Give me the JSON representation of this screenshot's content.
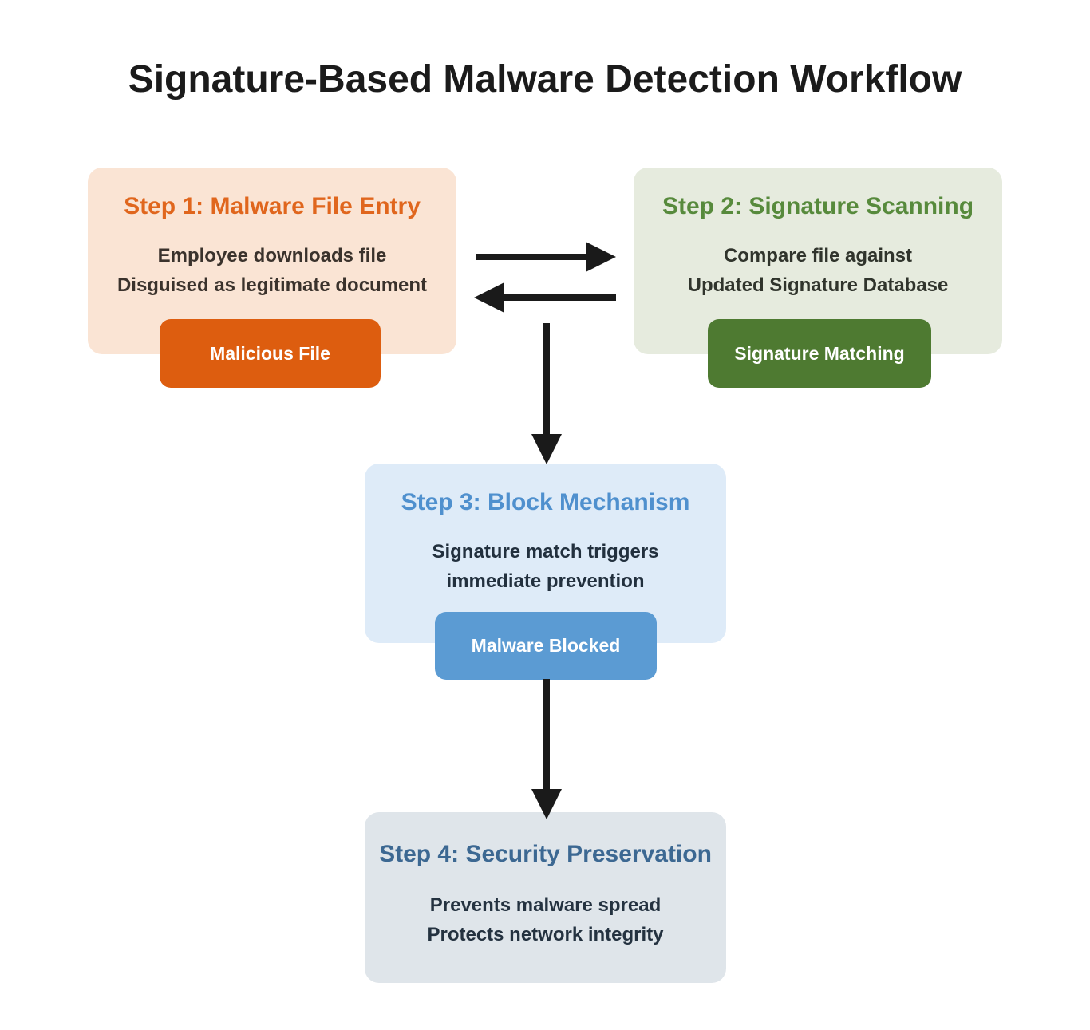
{
  "page": {
    "title": "Signature-Based Malware Detection Workflow"
  },
  "steps": [
    {
      "title": "Step 1: Malware File Entry",
      "lines": [
        "Employee downloads file",
        "Disguised as legitimate document"
      ],
      "badge": "Malicious File",
      "colors": {
        "background": "#fae4d4",
        "title": "#e0661d",
        "body_text": "#3a322c",
        "badge_background": "#dd5d0f",
        "badge_text": "#ffffff"
      }
    },
    {
      "title": "Step 2: Signature Scanning",
      "lines": [
        "Compare file against",
        "Updated Signature Database"
      ],
      "badge": "Signature Matching",
      "colors": {
        "background": "#e6ebde",
        "title": "#578a3c",
        "body_text": "#30342c",
        "badge_background": "#4e7a31",
        "badge_text": "#ffffff"
      }
    },
    {
      "title": "Step 3: Block Mechanism",
      "lines": [
        "Signature match triggers",
        "immediate prevention"
      ],
      "badge": "Malware Blocked",
      "colors": {
        "background": "#deebf8",
        "title": "#4f90ce",
        "body_text": "#22303e",
        "badge_background": "#5b9bd3",
        "badge_text": "#ffffff"
      }
    },
    {
      "title": "Step 4: Security Preservation",
      "lines": [
        "Prevents malware spread",
        "Protects network integrity"
      ],
      "colors": {
        "background": "#dfe5ea",
        "title": "#3c6892",
        "body_text": "#243240"
      }
    }
  ],
  "connections": [
    {
      "from": "Step 1: Malware File Entry",
      "to": "Step 2: Signature Scanning",
      "direction": "right"
    },
    {
      "from": "Step 2: Signature Scanning",
      "to": "Step 1: Malware File Entry",
      "direction": "left"
    },
    {
      "from": "Step 1 / Step 2",
      "to": "Step 3: Block Mechanism",
      "direction": "down"
    },
    {
      "from": "Step 3: Block Mechanism",
      "to": "Step 4: Security Preservation",
      "direction": "down"
    }
  ],
  "colors": {
    "page_background": "#ffffff",
    "heading_text": "#1b1b1b",
    "arrow": "#1a1a1a"
  }
}
